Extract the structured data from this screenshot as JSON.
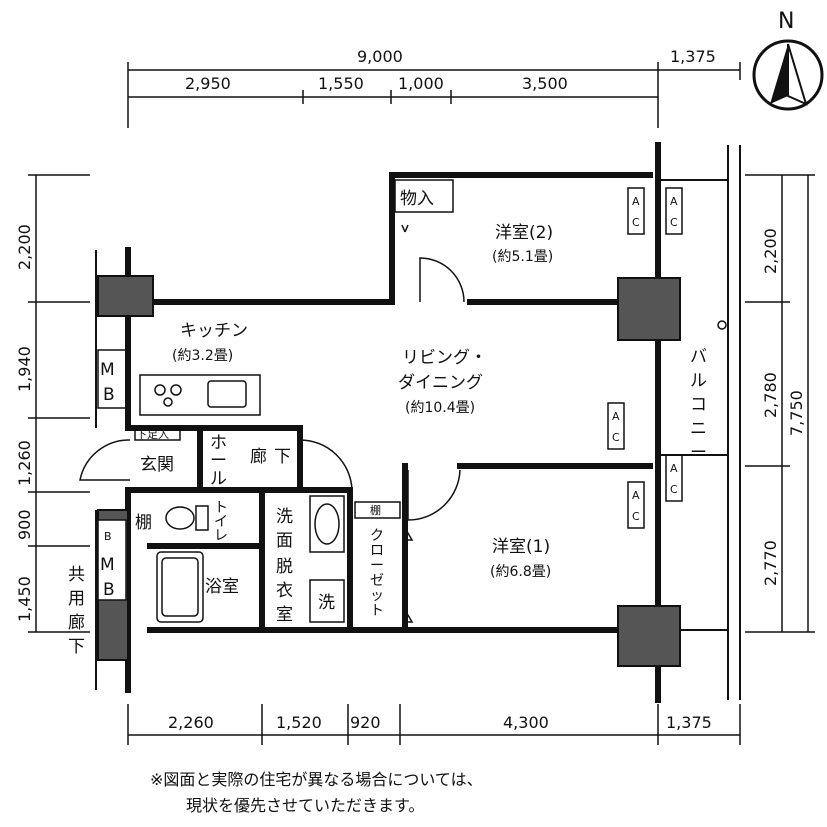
{
  "compass": {
    "label": "N"
  },
  "dimensions": {
    "top_total": "9,000",
    "top_balcony": "1,375",
    "top_segments": [
      "2,950",
      "1,550",
      "1,000",
      "3,500"
    ],
    "bottom_segments": [
      "2,260",
      "1,520",
      "920",
      "4,300",
      "1,375"
    ],
    "left_segments": [
      "2,200",
      "1,940",
      "1,260",
      "900",
      "1,450"
    ],
    "right_segments": [
      "2,200",
      "2,780",
      "2,770"
    ],
    "right_total": "7,750"
  },
  "rooms": {
    "storage": "物入",
    "western_room_2": {
      "name": "洋室(2)",
      "area": "(約5.1畳)"
    },
    "kitchen": {
      "name": "キッチン",
      "area": "(約3.2畳)"
    },
    "living": {
      "name1": "リビング・",
      "name2": "ダイニング",
      "area": "(約10.4畳)"
    },
    "western_room_1": {
      "name": "洋室(1)",
      "area": "(約6.8畳)"
    },
    "entrance": "玄関",
    "hall": [
      "ホ",
      "ー",
      "ル"
    ],
    "corridor": [
      "廊",
      "下"
    ],
    "shelf": "棚",
    "toilet": [
      "ト",
      "イ",
      "レ"
    ],
    "washroom": [
      "洗",
      "面",
      "脱",
      "衣",
      "室"
    ],
    "bathroom": "浴室",
    "washer": "洗",
    "closet": [
      "ク",
      "ロ",
      "ー",
      "ゼ",
      "ッ",
      "ト"
    ],
    "closet_shelf": "棚",
    "balcony": [
      "バ",
      "ル",
      "コ",
      "ニ",
      "ー"
    ],
    "mb_top": [
      "M",
      "B"
    ],
    "mb_bottom": [
      "M",
      "B"
    ],
    "b_box": "B",
    "common_corridor": [
      "共",
      "用",
      "廊",
      "下"
    ],
    "shoe_box": "下足入"
  },
  "ac_labels": [
    "A",
    "C"
  ],
  "notes": {
    "line1": "※図面と実際の住宅が異なる場合については、",
    "line2": "現状を優先させていただきます。"
  }
}
